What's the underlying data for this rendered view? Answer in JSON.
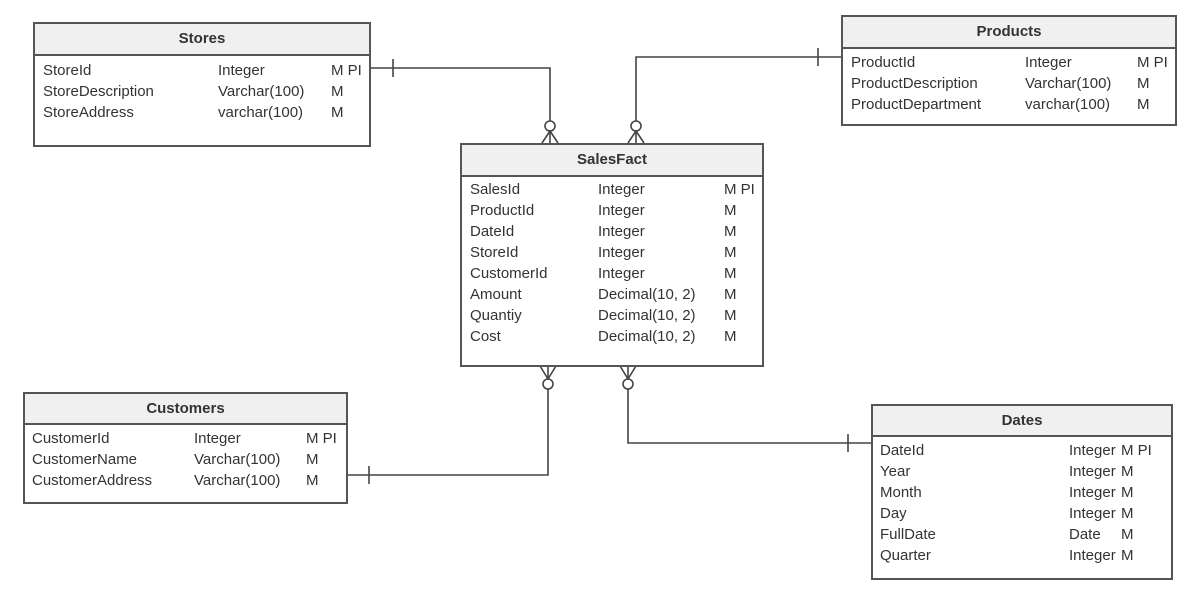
{
  "diagram": {
    "type": "ER diagram (star schema)",
    "entities": [
      {
        "id": "stores",
        "name": "Stores",
        "attributes": [
          {
            "name": "StoreId",
            "type": "Integer",
            "flags": "M PI"
          },
          {
            "name": "StoreDescription",
            "type": "Varchar(100)",
            "flags": "M"
          },
          {
            "name": "StoreAddress",
            "type": "varchar(100)",
            "flags": "M"
          }
        ]
      },
      {
        "id": "products",
        "name": "Products",
        "attributes": [
          {
            "name": "ProductId",
            "type": "Integer",
            "flags": "M PI"
          },
          {
            "name": "ProductDescription",
            "type": "Varchar(100)",
            "flags": "M"
          },
          {
            "name": "ProductDepartment",
            "type": "varchar(100)",
            "flags": "M"
          }
        ]
      },
      {
        "id": "salesfact",
        "name": "SalesFact",
        "attributes": [
          {
            "name": "SalesId",
            "type": "Integer",
            "flags": "M PI"
          },
          {
            "name": "ProductId",
            "type": "Integer",
            "flags": "M"
          },
          {
            "name": "DateId",
            "type": "Integer",
            "flags": "M"
          },
          {
            "name": "StoreId",
            "type": "Integer",
            "flags": "M"
          },
          {
            "name": "CustomerId",
            "type": "Integer",
            "flags": "M"
          },
          {
            "name": "Amount",
            "type": "Decimal(10, 2)",
            "flags": "M"
          },
          {
            "name": "Quantiy",
            "type": "Decimal(10, 2)",
            "flags": "M"
          },
          {
            "name": "Cost",
            "type": "Decimal(10, 2)",
            "flags": "M"
          }
        ]
      },
      {
        "id": "customers",
        "name": "Customers",
        "attributes": [
          {
            "name": "CustomerId",
            "type": "Integer",
            "flags": "M PI"
          },
          {
            "name": "CustomerName",
            "type": "Varchar(100)",
            "flags": "M"
          },
          {
            "name": "CustomerAddress",
            "type": "Varchar(100)",
            "flags": "M"
          }
        ]
      },
      {
        "id": "dates",
        "name": "Dates",
        "attributes": [
          {
            "name": "DateId",
            "type": "Integer",
            "flags": "M PI"
          },
          {
            "name": "Year",
            "type": "Integer",
            "flags": "M"
          },
          {
            "name": "Month",
            "type": "Integer",
            "flags": "M"
          },
          {
            "name": "Day",
            "type": "Integer",
            "flags": "M"
          },
          {
            "name": "FullDate",
            "type": "Date",
            "flags": "M"
          },
          {
            "name": "Quarter",
            "type": "Integer",
            "flags": "M"
          }
        ]
      }
    ],
    "relationships": [
      {
        "from": "Stores",
        "to": "SalesFact",
        "from_cardinality": "one",
        "to_cardinality": "zero-or-many"
      },
      {
        "from": "Products",
        "to": "SalesFact",
        "from_cardinality": "one",
        "to_cardinality": "zero-or-many"
      },
      {
        "from": "Customers",
        "to": "SalesFact",
        "from_cardinality": "one",
        "to_cardinality": "zero-or-many"
      },
      {
        "from": "Dates",
        "to": "SalesFact",
        "from_cardinality": "one",
        "to_cardinality": "zero-or-many"
      }
    ]
  }
}
